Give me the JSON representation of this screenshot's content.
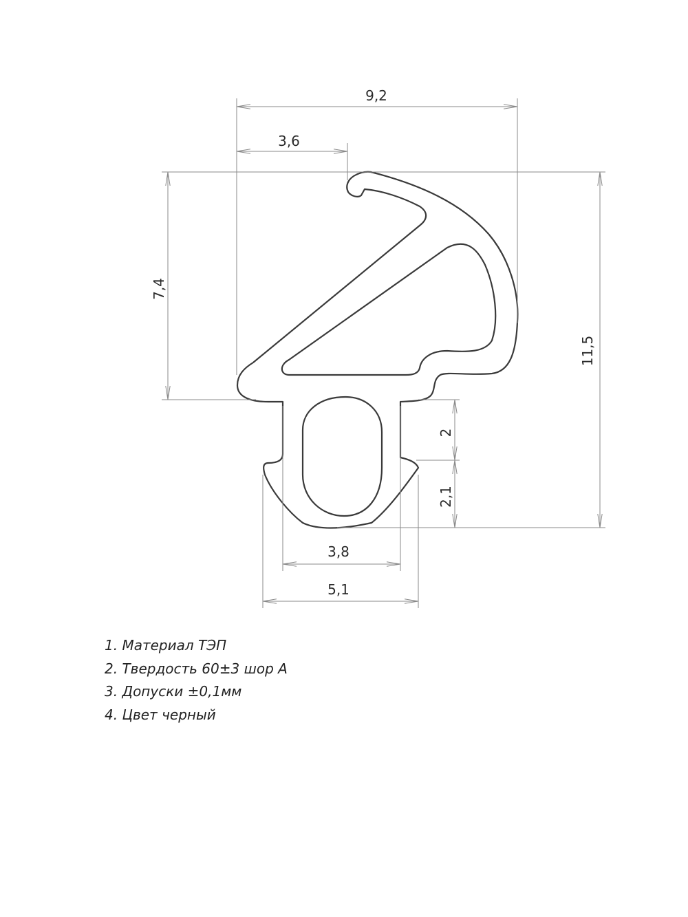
{
  "dimensions": {
    "overall_width": "9,2",
    "tip_offset": "3,6",
    "head_height": "7,4",
    "overall_height": "11,5",
    "neck_height": "2",
    "foot_height": "2,1",
    "neck_width": "3,8",
    "foot_width": "5,1"
  },
  "notes": [
    "1. Материал ТЭП",
    "2. Твердость 60±3 шор А",
    "3. Допуски ±0,1мм",
    "4. Цвет черный"
  ],
  "colors": {
    "profile_stroke": "#3a3a3a",
    "dimension_stroke": "#8a8a8a",
    "text": "#222222"
  }
}
